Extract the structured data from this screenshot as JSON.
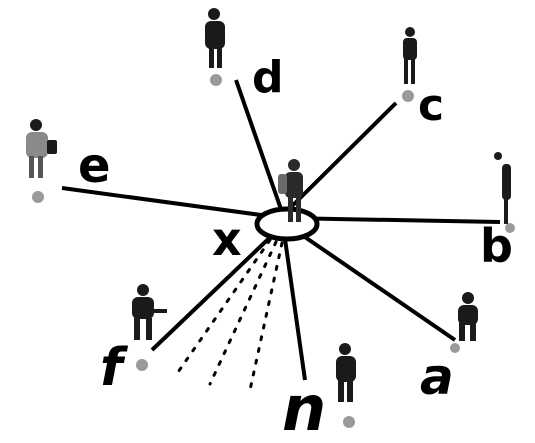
{
  "center_label": "x",
  "nodes": [
    {
      "id": "a",
      "label": "a"
    },
    {
      "id": "b",
      "label": "b"
    },
    {
      "id": "c",
      "label": "c"
    },
    {
      "id": "d",
      "label": "d"
    },
    {
      "id": "e",
      "label": "e"
    },
    {
      "id": "f",
      "label": "f"
    },
    {
      "id": "n",
      "label": "n"
    }
  ],
  "colors": {
    "ink": "#000000",
    "dot": "#9a9a9a",
    "figure": "#1a1a1a"
  }
}
